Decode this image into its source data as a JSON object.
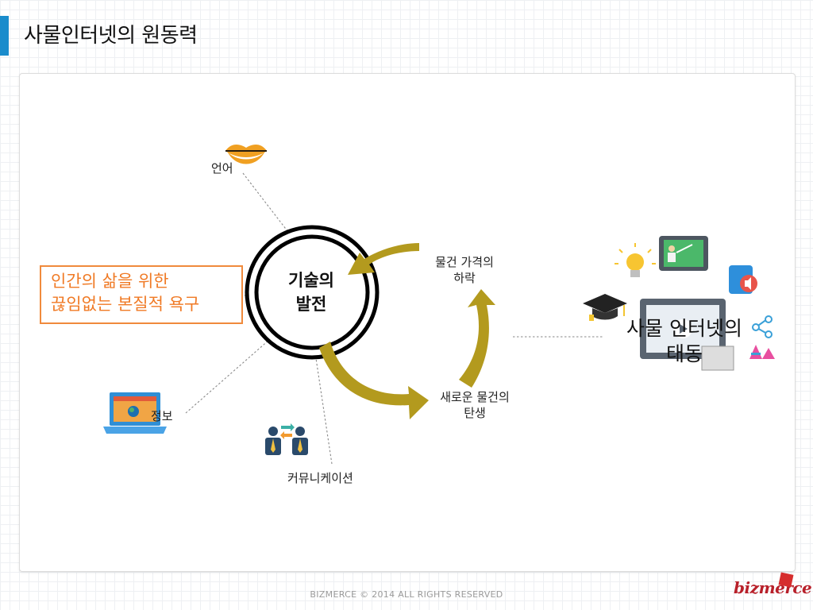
{
  "slide": {
    "title": "사물인터넷의 원동력"
  },
  "diagram": {
    "core": [
      "기술의",
      "발전"
    ],
    "human_need": [
      "인간의 삶을 위한",
      "끊임없는 본질적 욕구"
    ],
    "nodes": {
      "language": "언어",
      "information": "정보",
      "communication": "커뮤니케이션"
    },
    "cycle": {
      "price_drop": [
        "물건 가격의",
        "하락"
      ],
      "new_things": [
        "새로운 물건의",
        "탄생"
      ]
    },
    "iot_state": [
      "사물 인터넷의",
      "태동"
    ]
  },
  "footer": {
    "copyright": "BIZMERCE © 2014 ALL RIGHTS RESERVED",
    "logo": "bizmerce"
  },
  "colors": {
    "accent": "#1a8ccc",
    "cycle_arrow": "#b39a1e",
    "human_box": "#f08a3c"
  }
}
